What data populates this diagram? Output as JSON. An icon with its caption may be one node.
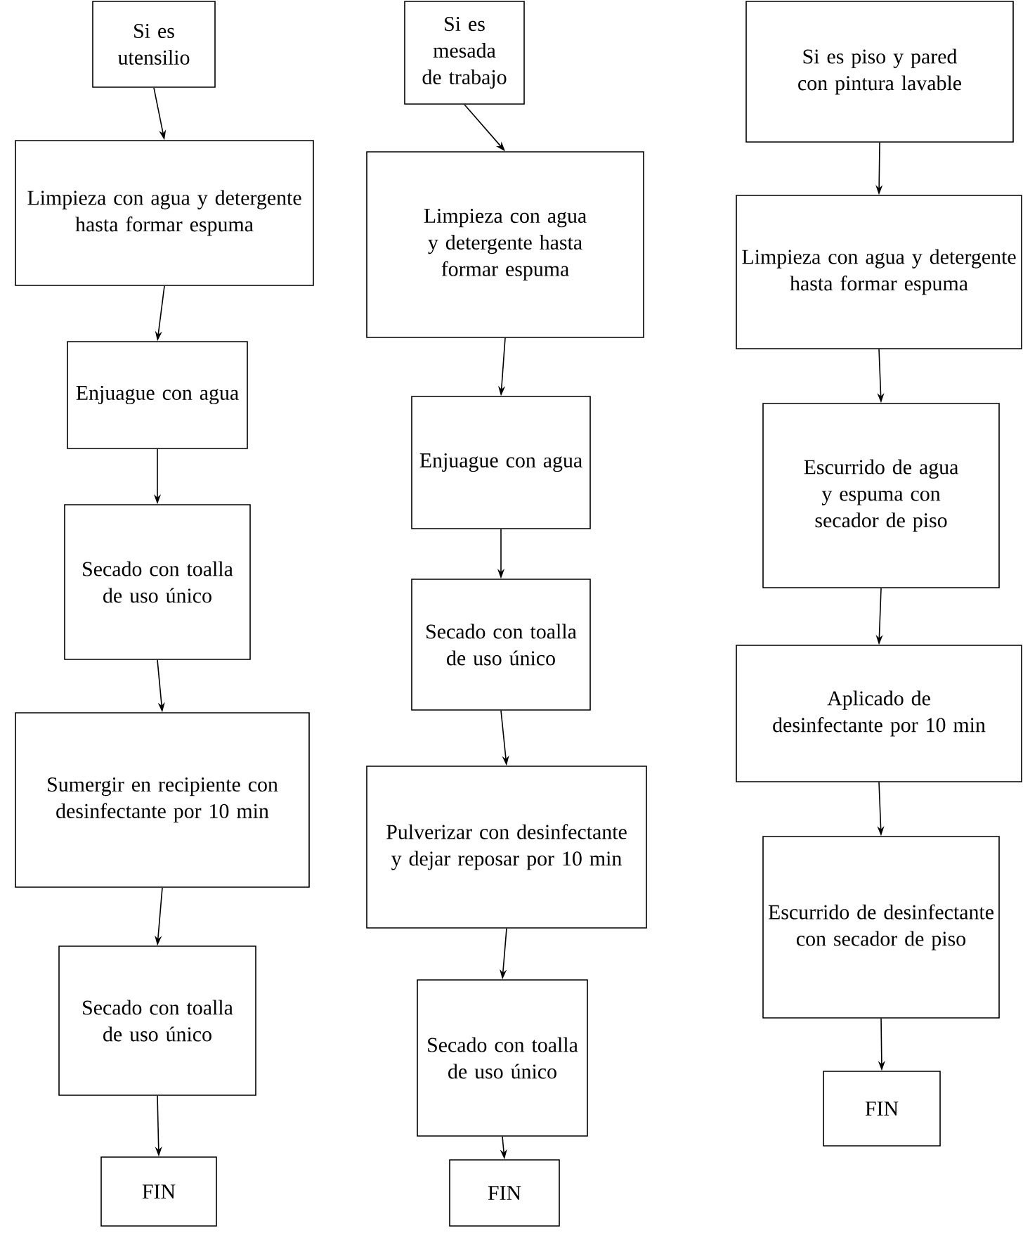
{
  "diagram": {
    "nodes": [
      {
        "text": [
          "Si es utensilio"
        ]
      },
      {
        "text": [
          "Limpieza con agua y detergente hasta formar espuma"
        ]
      },
      {
        "text": [
          "Enjuague con agua"
        ]
      },
      {
        "text": [
          "Secado con toalla de uso único"
        ]
      },
      {
        "text": [
          "Sumergir en recipiente con desinfectante por 10 min"
        ]
      },
      {
        "text": [
          "Secado con toalla de uso único"
        ]
      },
      {
        "text": [
          "FIN"
        ]
      },
      {
        "text": [
          "Si es mesada de trabajo"
        ]
      },
      {
        "text": [
          "Limpieza con agua y detergente hasta formar espuma"
        ]
      },
      {
        "text": [
          "Enjuague con agua"
        ]
      },
      {
        "text": [
          "Secado con toalla de uso único"
        ]
      },
      {
        "text": [
          "Pulverizar con desinfectante y dejar reposar por 10 min"
        ]
      },
      {
        "text": [
          "Secado con toalla de uso único"
        ]
      },
      {
        "text": [
          "FIN"
        ]
      },
      {
        "text": [
          "Si es piso y pared con pintura lavable"
        ]
      },
      {
        "text": [
          "Limpieza con agua y detergente hasta formar espuma"
        ]
      },
      {
        "text": [
          "Escurrido de agua y espuma con secador de piso"
        ]
      },
      {
        "text": [
          "Aplicado de desinfectante por 10 min"
        ]
      },
      {
        "text": [
          "Escurrido de desinfectante con secador de piso"
        ]
      },
      {
        "text": [
          "FIN"
        ]
      }
    ],
    "edges": [
      {
        "from": 0,
        "to": 1,
        "arrow": "to"
      },
      {
        "from": 1,
        "to": 2,
        "arrow": "to"
      },
      {
        "from": 2,
        "to": 3,
        "arrow": "to"
      },
      {
        "from": 3,
        "to": 4,
        "arrow": "to"
      },
      {
        "from": 4,
        "to": 5,
        "arrow": "to"
      },
      {
        "from": 5,
        "to": 6,
        "arrow": "to"
      },
      {
        "from": 7,
        "to": 8,
        "arrow": "to"
      },
      {
        "from": 8,
        "to": 9,
        "arrow": "to"
      },
      {
        "from": 9,
        "to": 10,
        "arrow": "to"
      },
      {
        "from": 10,
        "to": 11,
        "arrow": "to"
      },
      {
        "from": 11,
        "to": 12,
        "arrow": "to"
      },
      {
        "from": 12,
        "to": 13,
        "arrow": "to"
      },
      {
        "from": 14,
        "to": 15,
        "arrow": "to"
      },
      {
        "from": 15,
        "to": 16,
        "arrow": "to"
      },
      {
        "from": 16,
        "to": 17,
        "arrow": "to"
      },
      {
        "from": 17,
        "to": 18,
        "arrow": "to"
      },
      {
        "from": 18,
        "to": 19,
        "arrow": "to"
      }
    ]
  }
}
